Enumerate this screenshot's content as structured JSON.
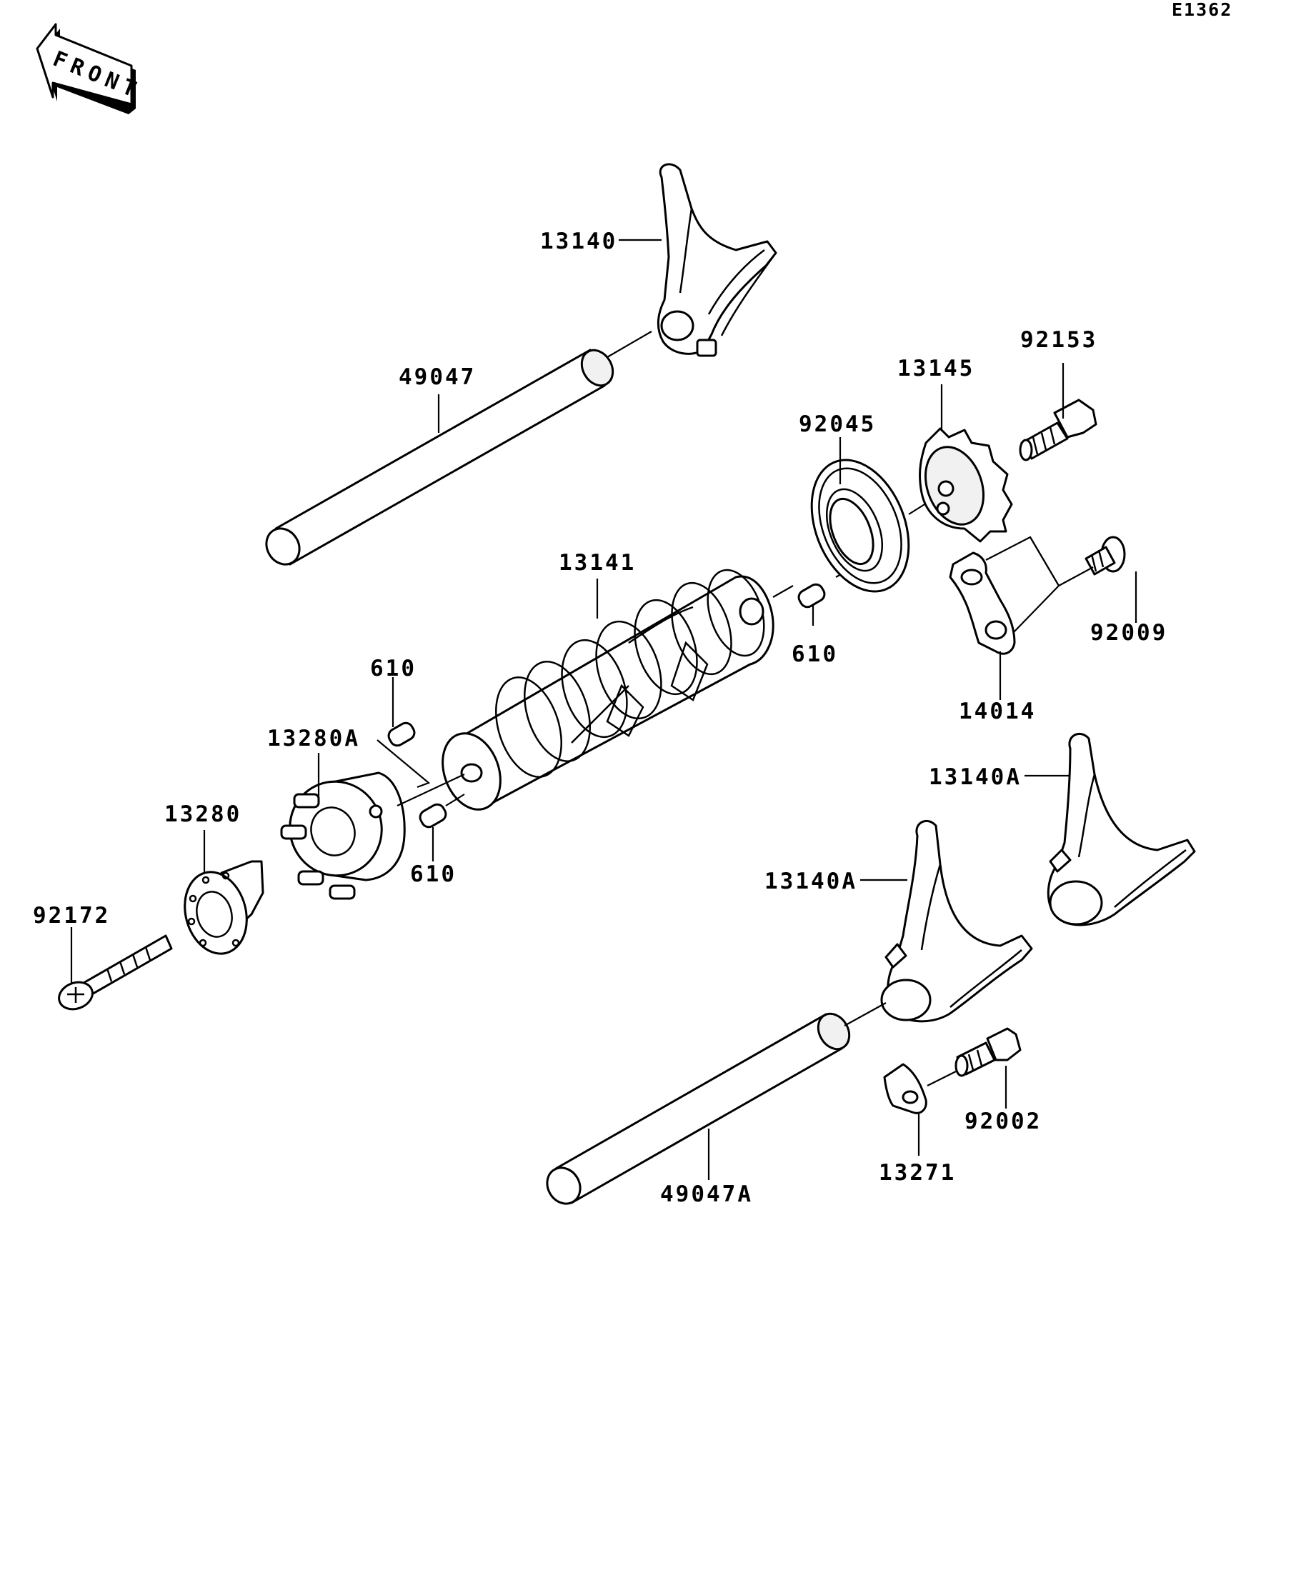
{
  "diagram_code": "E1362",
  "front_label": "FRONT",
  "labels": {
    "l_13140": "13140",
    "l_49047": "49047",
    "l_92153": "92153",
    "l_13145": "13145",
    "l_92045": "92045",
    "l_13141": "13141",
    "l_610_right": "610",
    "l_92009": "92009",
    "l_14014": "14014",
    "l_610_top": "610",
    "l_13280A": "13280A",
    "l_13280": "13280",
    "l_610_bottom": "610",
    "l_92172": "92172",
    "l_13140A_upper": "13140A",
    "l_13140A_lower": "13140A",
    "l_92002": "92002",
    "l_13271": "13271",
    "l_49047A": "49047A"
  }
}
